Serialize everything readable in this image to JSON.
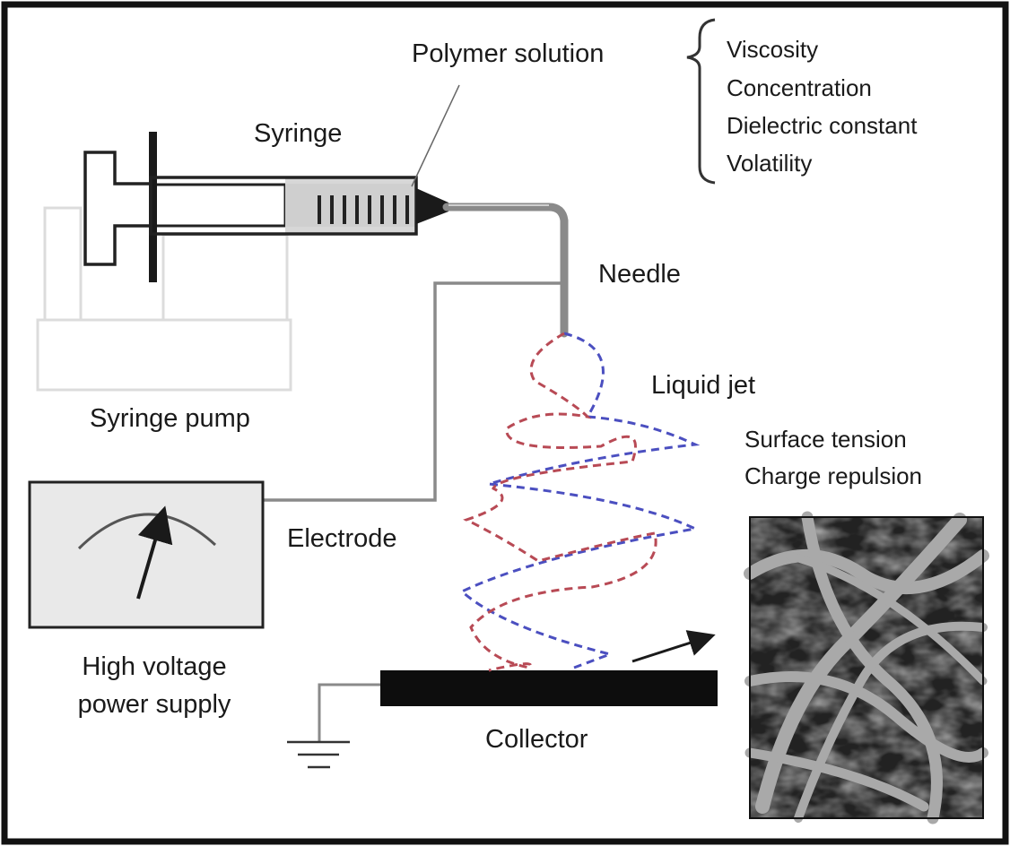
{
  "labels": {
    "polymer_solution": "Polymer solution",
    "syringe": "Syringe",
    "needle": "Needle",
    "syringe_pump": "Syringe pump",
    "liquid_jet": "Liquid jet",
    "electrode": "Electrode",
    "high_voltage_line1": "High voltage",
    "high_voltage_line2": "power supply",
    "collector": "Collector"
  },
  "solution_properties": [
    "Viscosity",
    "Concentration",
    "Dielectric constant",
    "Volatility"
  ],
  "jet_forces": [
    "Surface tension",
    "Charge repulsion"
  ],
  "colors": {
    "frame": "#111111",
    "jet_red": "#b84a55",
    "jet_blue": "#4b4fc0",
    "pump": "#dcdcdc",
    "wire": "#8a8a8a"
  },
  "icons": [
    "ground-icon",
    "voltmeter-needle-icon",
    "arrow-icon"
  ]
}
